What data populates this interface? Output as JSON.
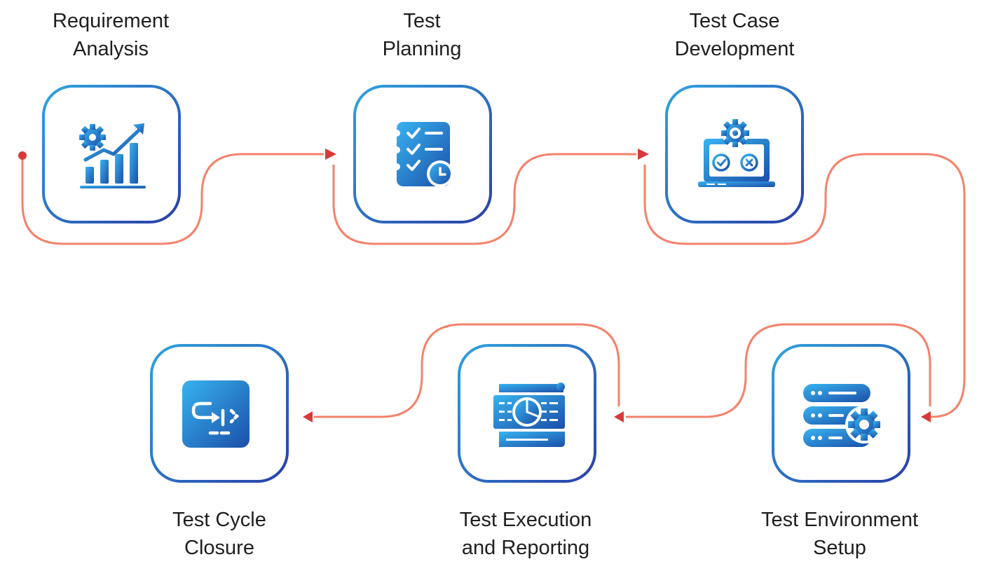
{
  "steps": [
    {
      "id": "requirement-analysis",
      "line1": "Requirement",
      "line2": "Analysis",
      "icon": "analytics-chart-gear-icon"
    },
    {
      "id": "test-planning",
      "line1": "Test",
      "line2": "Planning",
      "icon": "checklist-clock-icon"
    },
    {
      "id": "test-case-development",
      "line1": "Test Case",
      "line2": "Development",
      "icon": "laptop-gear-check-cross-icon"
    },
    {
      "id": "test-environment-setup",
      "line1": "Test Environment",
      "line2": "Setup",
      "icon": "server-gear-icon"
    },
    {
      "id": "test-execution-reporting",
      "line1": "Test Execution",
      "line2": "and Reporting",
      "icon": "report-pie-chart-icon"
    },
    {
      "id": "test-cycle-closure",
      "line1": "Test Cycle",
      "line2": "Closure",
      "icon": "cycle-arrow-icon"
    }
  ],
  "colors": {
    "connector": "#f4826c",
    "arrow": "#d83a3a",
    "box_border_light": "#2fa3e0",
    "box_border_dark": "#2a3fa8",
    "icon_light": "#38b3f0",
    "icon_dark": "#1b4fa8",
    "text": "#1f1f1f"
  }
}
